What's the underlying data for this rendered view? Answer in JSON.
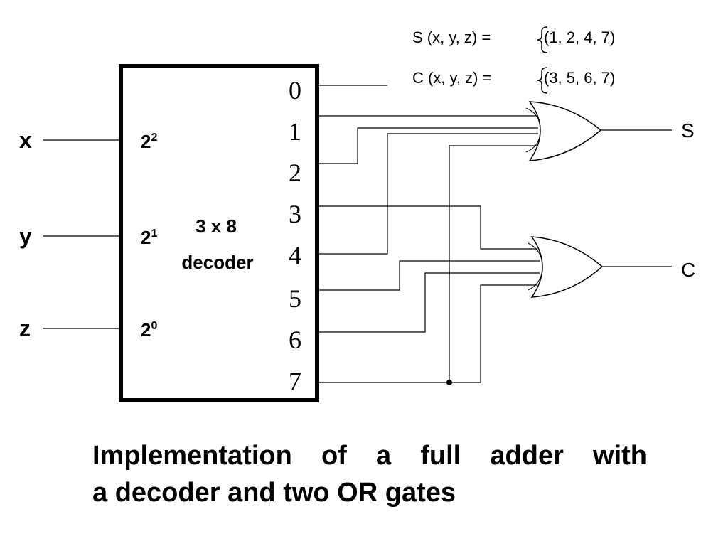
{
  "equations": {
    "s": {
      "lhs": "S (x, y, z) =",
      "rhs": "(1, 2, 4, 7)"
    },
    "c": {
      "lhs": "C (x, y, z) =",
      "rhs": "(3, 5, 6, 7)"
    }
  },
  "inputs": [
    {
      "name": "x",
      "weight_base": "2",
      "weight_exp": "2"
    },
    {
      "name": "y",
      "weight_base": "2",
      "weight_exp": "1"
    },
    {
      "name": "z",
      "weight_base": "2",
      "weight_exp": "0"
    }
  ],
  "decoder": {
    "line1": "3 x 8",
    "line2": "decoder"
  },
  "outputs": [
    "0",
    "1",
    "2",
    "3",
    "4",
    "5",
    "6",
    "7"
  ],
  "gates": {
    "s_label": "S",
    "c_label": "C"
  },
  "caption": {
    "line1": "Implementation of a full adder with",
    "line2": "a decoder and two OR gates"
  }
}
